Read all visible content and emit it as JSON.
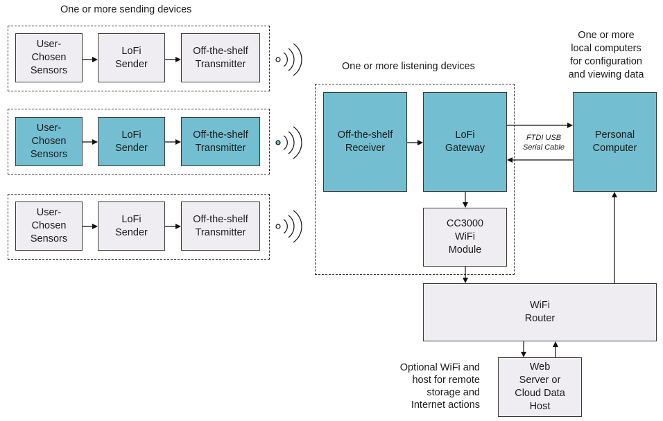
{
  "labels": {
    "sending_title": "One or more sending devices",
    "listening_title": "One or more listening devices",
    "local_computers": "One or more\nlocal computers\nfor configuration\nand viewing data",
    "optional_wifi": "Optional WiFi and\nhost for remote\nstorage and\nInternet actions",
    "cable": "FTDI USB\nSerial Cable"
  },
  "sending_devices": [
    {
      "highlighted": false,
      "sensors": "User-\nChosen\nSensors",
      "sender": "LoFi\nSender",
      "transmitter": "Off-the-shelf\nTransmitter"
    },
    {
      "highlighted": true,
      "sensors": "User-\nChosen\nSensors",
      "sender": "LoFi\nSender",
      "transmitter": "Off-the-shelf\nTransmitter"
    },
    {
      "highlighted": false,
      "sensors": "User-\nChosen\nSensors",
      "sender": "LoFi\nSender",
      "transmitter": "Off-the-shelf\nTransmitter"
    }
  ],
  "listening_device": {
    "receiver": "Off-the-shelf\nReceiver",
    "gateway": "LoFi\nGateway",
    "wifi_module": "CC3000\nWiFi\nModule"
  },
  "personal_computer": "Personal\nComputer",
  "router": "WiFi\nRouter",
  "web_server": "Web\nServer or\nCloud Data\nHost",
  "colors": {
    "highlight": "#73bfd1",
    "plain": "#efedf2",
    "stroke": "#333333"
  }
}
